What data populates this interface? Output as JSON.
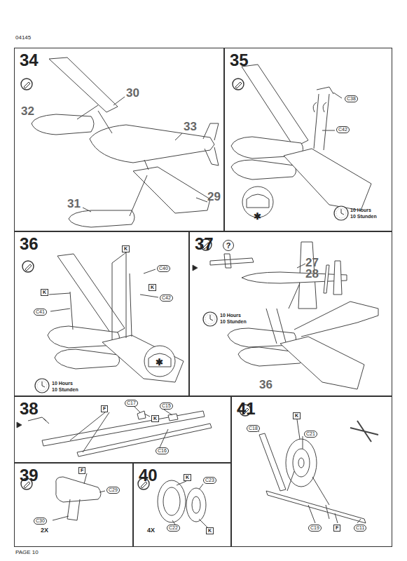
{
  "diagram": {
    "nodes": [
      {
        "text": [
          "34"
        ]
      },
      {
        "text": [
          "35"
        ]
      },
      {
        "text": [
          "36"
        ]
      },
      {
        "text": [
          "37"
        ]
      },
      {
        "text": [
          "38"
        ]
      },
      {
        "text": [
          "41"
        ]
      },
      {
        "text": [
          "39"
        ]
      },
      {
        "text": [
          "40"
        ]
      }
    ],
    "labels": [
      "04145",
      "30",
      "32",
      "33",
      "31",
      "29",
      "C38",
      "C42",
      "10 Hours",
      "10 Stunden",
      "K",
      "C40",
      "K",
      "C41",
      "K",
      "C42",
      "10 Hours",
      "10 Stunden",
      "?",
      "27",
      "28",
      "10 Hours",
      "10 Stunden",
      "36",
      "C17",
      "C15",
      "F",
      "K",
      "C16",
      "2X",
      "F",
      "C29",
      "C30",
      "4X",
      "K",
      "C23",
      "C22",
      "K",
      "C18",
      "K",
      "C21",
      "C19",
      "F",
      "C11",
      "PAGE 10",
      "✱",
      "✱"
    ]
  }
}
